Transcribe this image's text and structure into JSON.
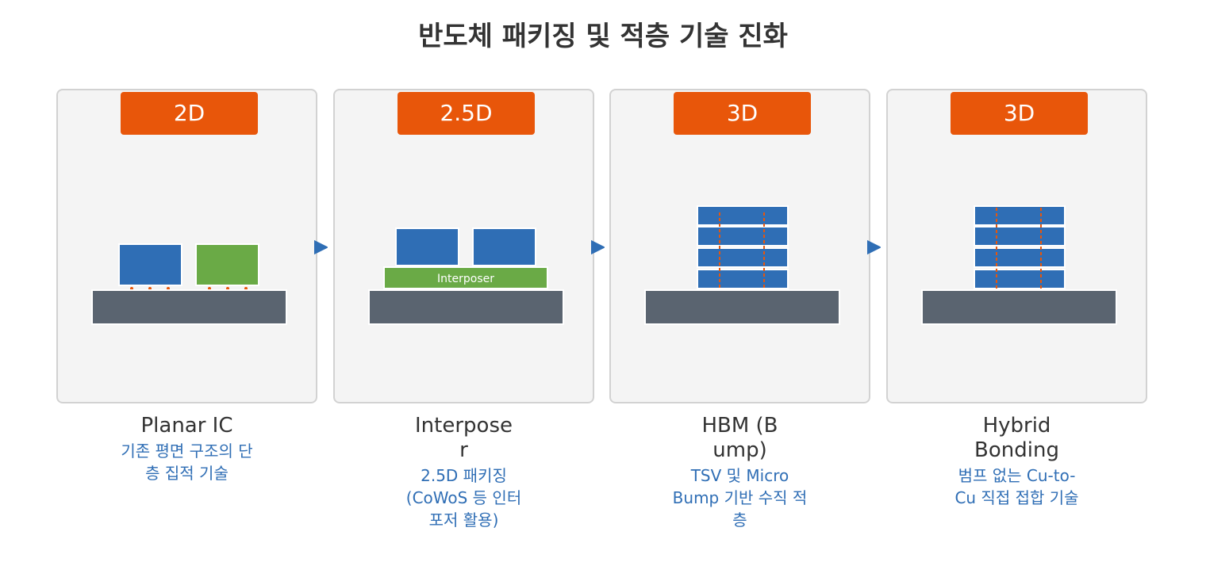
{
  "title": "반도체 패키징 및 적층 기술 진화",
  "colors": {
    "badge": "#e8560a",
    "substrate": "#5a6470",
    "chip_blue": "#2f6eb5",
    "chip_green": "#6aaa46",
    "tsv": "#e8560a",
    "desc_text": "#2f6eb5"
  },
  "stages": [
    {
      "badge": "2D",
      "name": "Planar IC",
      "desc": "기존 평면 구조의 단층 집적 기술"
    },
    {
      "badge": "2.5D",
      "name": "Interposer",
      "desc": "2.5D 패키징 (CoWoS 등 인터포저 활용)",
      "layer_label": "Interposer"
    },
    {
      "badge": "3D",
      "name": "HBM (Bump)",
      "desc": "TSV 및 Micro Bump 기반 수직 적층"
    },
    {
      "badge": "3D",
      "name": "Hybrid Bonding",
      "desc": "범프 없는 Cu-to-Cu 직접 접합 기술"
    }
  ]
}
